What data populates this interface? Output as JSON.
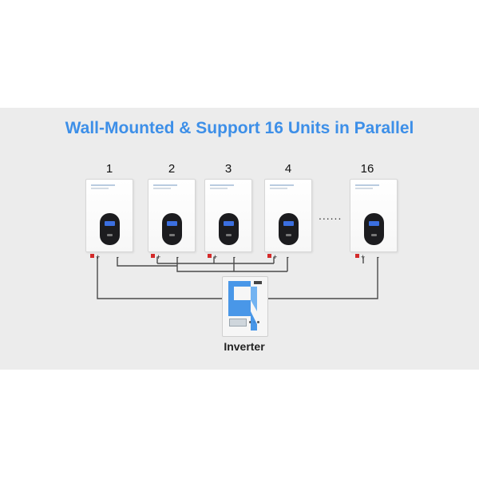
{
  "title": "Wall-Mounted & Support 16 Units in Parallel",
  "units": [
    {
      "label": "1"
    },
    {
      "label": "2"
    },
    {
      "label": "3"
    },
    {
      "label": "4"
    },
    {
      "label": "16"
    }
  ],
  "ellipsis": "......",
  "terminal_labels": {
    "positive": "+",
    "negative": "-"
  },
  "inverter_label": "Inverter",
  "colors": {
    "title": "#3d8fe8",
    "background_panel": "#ececec",
    "positive_terminal": "#d32a2a",
    "logo_blue": "#3a8ee6",
    "wire": "#4a4a4a"
  }
}
